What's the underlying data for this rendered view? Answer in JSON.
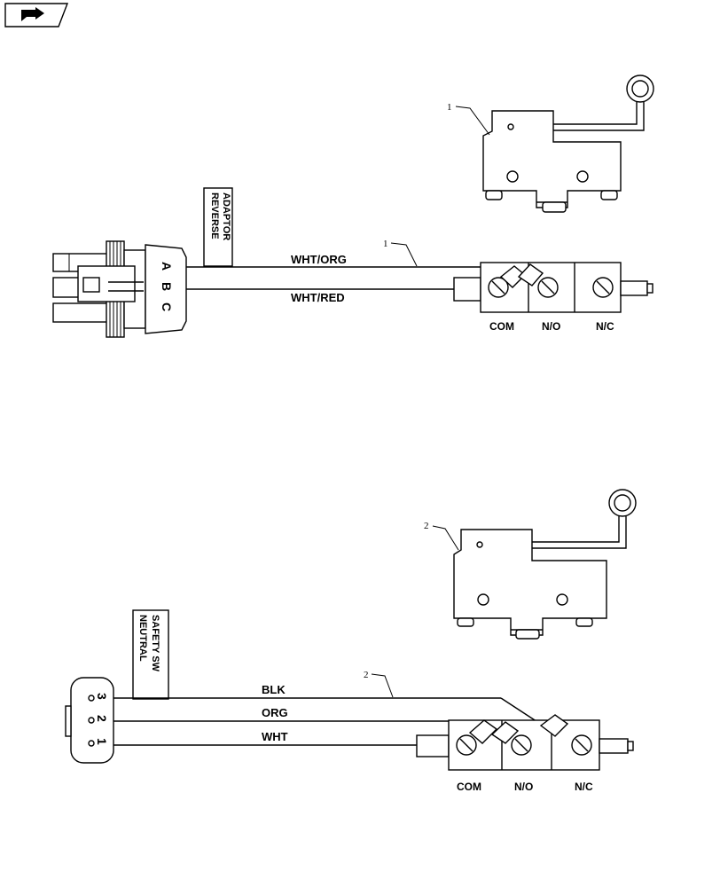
{
  "toolbar": {
    "icon": "return-arrow-icon"
  },
  "harness_1": {
    "tag": "REVERSE ADAPTOR",
    "tag_line1": "REVERSE",
    "tag_line2": "ADAPTOR",
    "callout_switch": "1",
    "callout_wire": "1",
    "connector_pins": [
      "A",
      "B",
      "C"
    ],
    "wires": [
      "WHT/ORG",
      "WHT/RED"
    ],
    "terminals": [
      "COM",
      "N/O",
      "N/C"
    ]
  },
  "harness_2": {
    "tag": "NEUTRAL SAFETY SW",
    "tag_line1": "NEUTRAL",
    "tag_line2": "SAFETY SW",
    "callout_switch": "2",
    "callout_wire": "2",
    "connector_pins": [
      "3",
      "2",
      "1"
    ],
    "wires": [
      "BLK",
      "ORG",
      "WHT"
    ],
    "terminals": [
      "COM",
      "N/O",
      "N/C"
    ]
  }
}
